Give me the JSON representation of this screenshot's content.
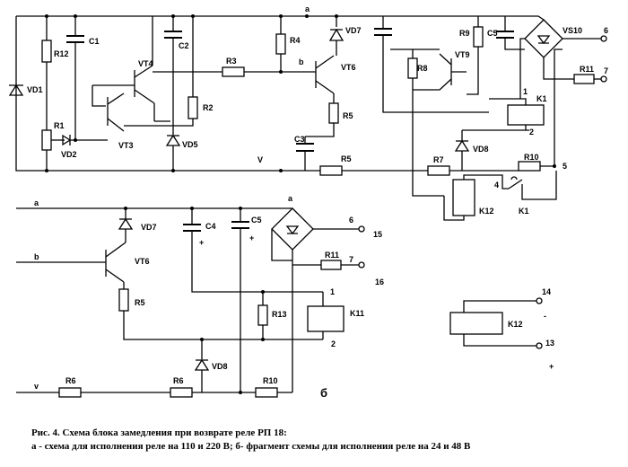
{
  "caption": {
    "line1": "Рис. 4. Схема блока замедления при возврате реле РП 18:",
    "line2": "а - схема для исполнения реле на 110 и 220 В; б- фрагмент схемы для исполнения реле на 24 и 48 В"
  },
  "diagram_a": {
    "nodes": {
      "a": "a",
      "b": "b",
      "v": "V"
    },
    "components": {
      "VD1": "VD1",
      "R12": "R12",
      "C1": "C1",
      "R1": "R1",
      "VD2": "VD2",
      "VT3": "VT3",
      "VT4": "VT4",
      "C2": "C2",
      "R2": "R2",
      "VD5": "VD5",
      "R3": "R3",
      "R4": "R4",
      "VD7": "VD7",
      "VT6": "VT6",
      "R5": "R5",
      "C3": "C3",
      "R5b": "R5",
      "R8": "R8",
      "R9": "R9",
      "VT9": "VT9",
      "C5": "C5",
      "VD8": "VD8",
      "VS10": "VS10",
      "R11": "R11",
      "K1": "K1",
      "K12": "K12",
      "R7": "R7",
      "R10": "R10",
      "K1c": "K1"
    },
    "terminals": {
      "t1": "1",
      "t2": "2",
      "t4": "4",
      "t5": "5",
      "t6": "6",
      "t7": "7"
    }
  },
  "diagram_b": {
    "nodes": {
      "a": "a",
      "b": "b",
      "v": "v"
    },
    "components": {
      "VD7": "VD7",
      "VT6": "VT6",
      "R5": "R5",
      "C4": "C4",
      "C5": "C5",
      "R11": "R11",
      "R13": "R13",
      "K11": "K11",
      "VD8": "VD8",
      "R6": "R6",
      "R6b": "R6",
      "R10": "R10",
      "K12": "K12",
      "diode_bridge_label": "a"
    },
    "terminals": {
      "t1": "1",
      "t2": "2",
      "t6": "6",
      "t7": "7",
      "t13": "13",
      "t14": "14",
      "t15": "15",
      "t16": "16"
    },
    "polarity": {
      "plus_c4": "+",
      "plus_c5": "+",
      "minus_14": "-",
      "plus_13": "+"
    },
    "sub_label": "б"
  }
}
